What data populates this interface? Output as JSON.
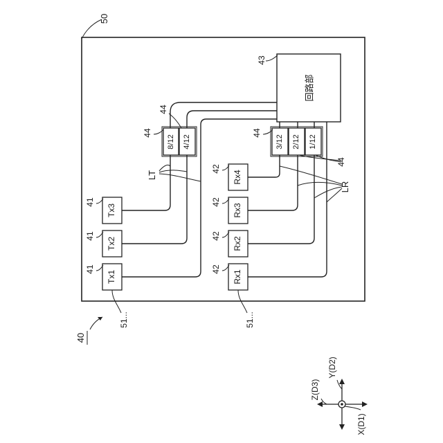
{
  "figure": {
    "device_ref": "40",
    "board_ref": "50",
    "circuit_ref": "43",
    "circuit_label": "回路部",
    "tx_ref": "41",
    "rx_ref": "42",
    "connector_ref": "44",
    "lt_label": "LT",
    "lr_label": "LR",
    "ellipsis_ref": "51...",
    "tx": [
      "Tx1",
      "Tx2",
      "Tx3"
    ],
    "rx": [
      "Rx1",
      "Rx2",
      "Rx3",
      "Rx4"
    ],
    "connectors_left": [
      "8/12",
      "4/12"
    ],
    "connectors_right": [
      "3/12",
      "2/12",
      "1/12"
    ]
  },
  "axes": {
    "z": "Z(D3)",
    "y": "Y(D2)",
    "x": "X(D1)"
  }
}
